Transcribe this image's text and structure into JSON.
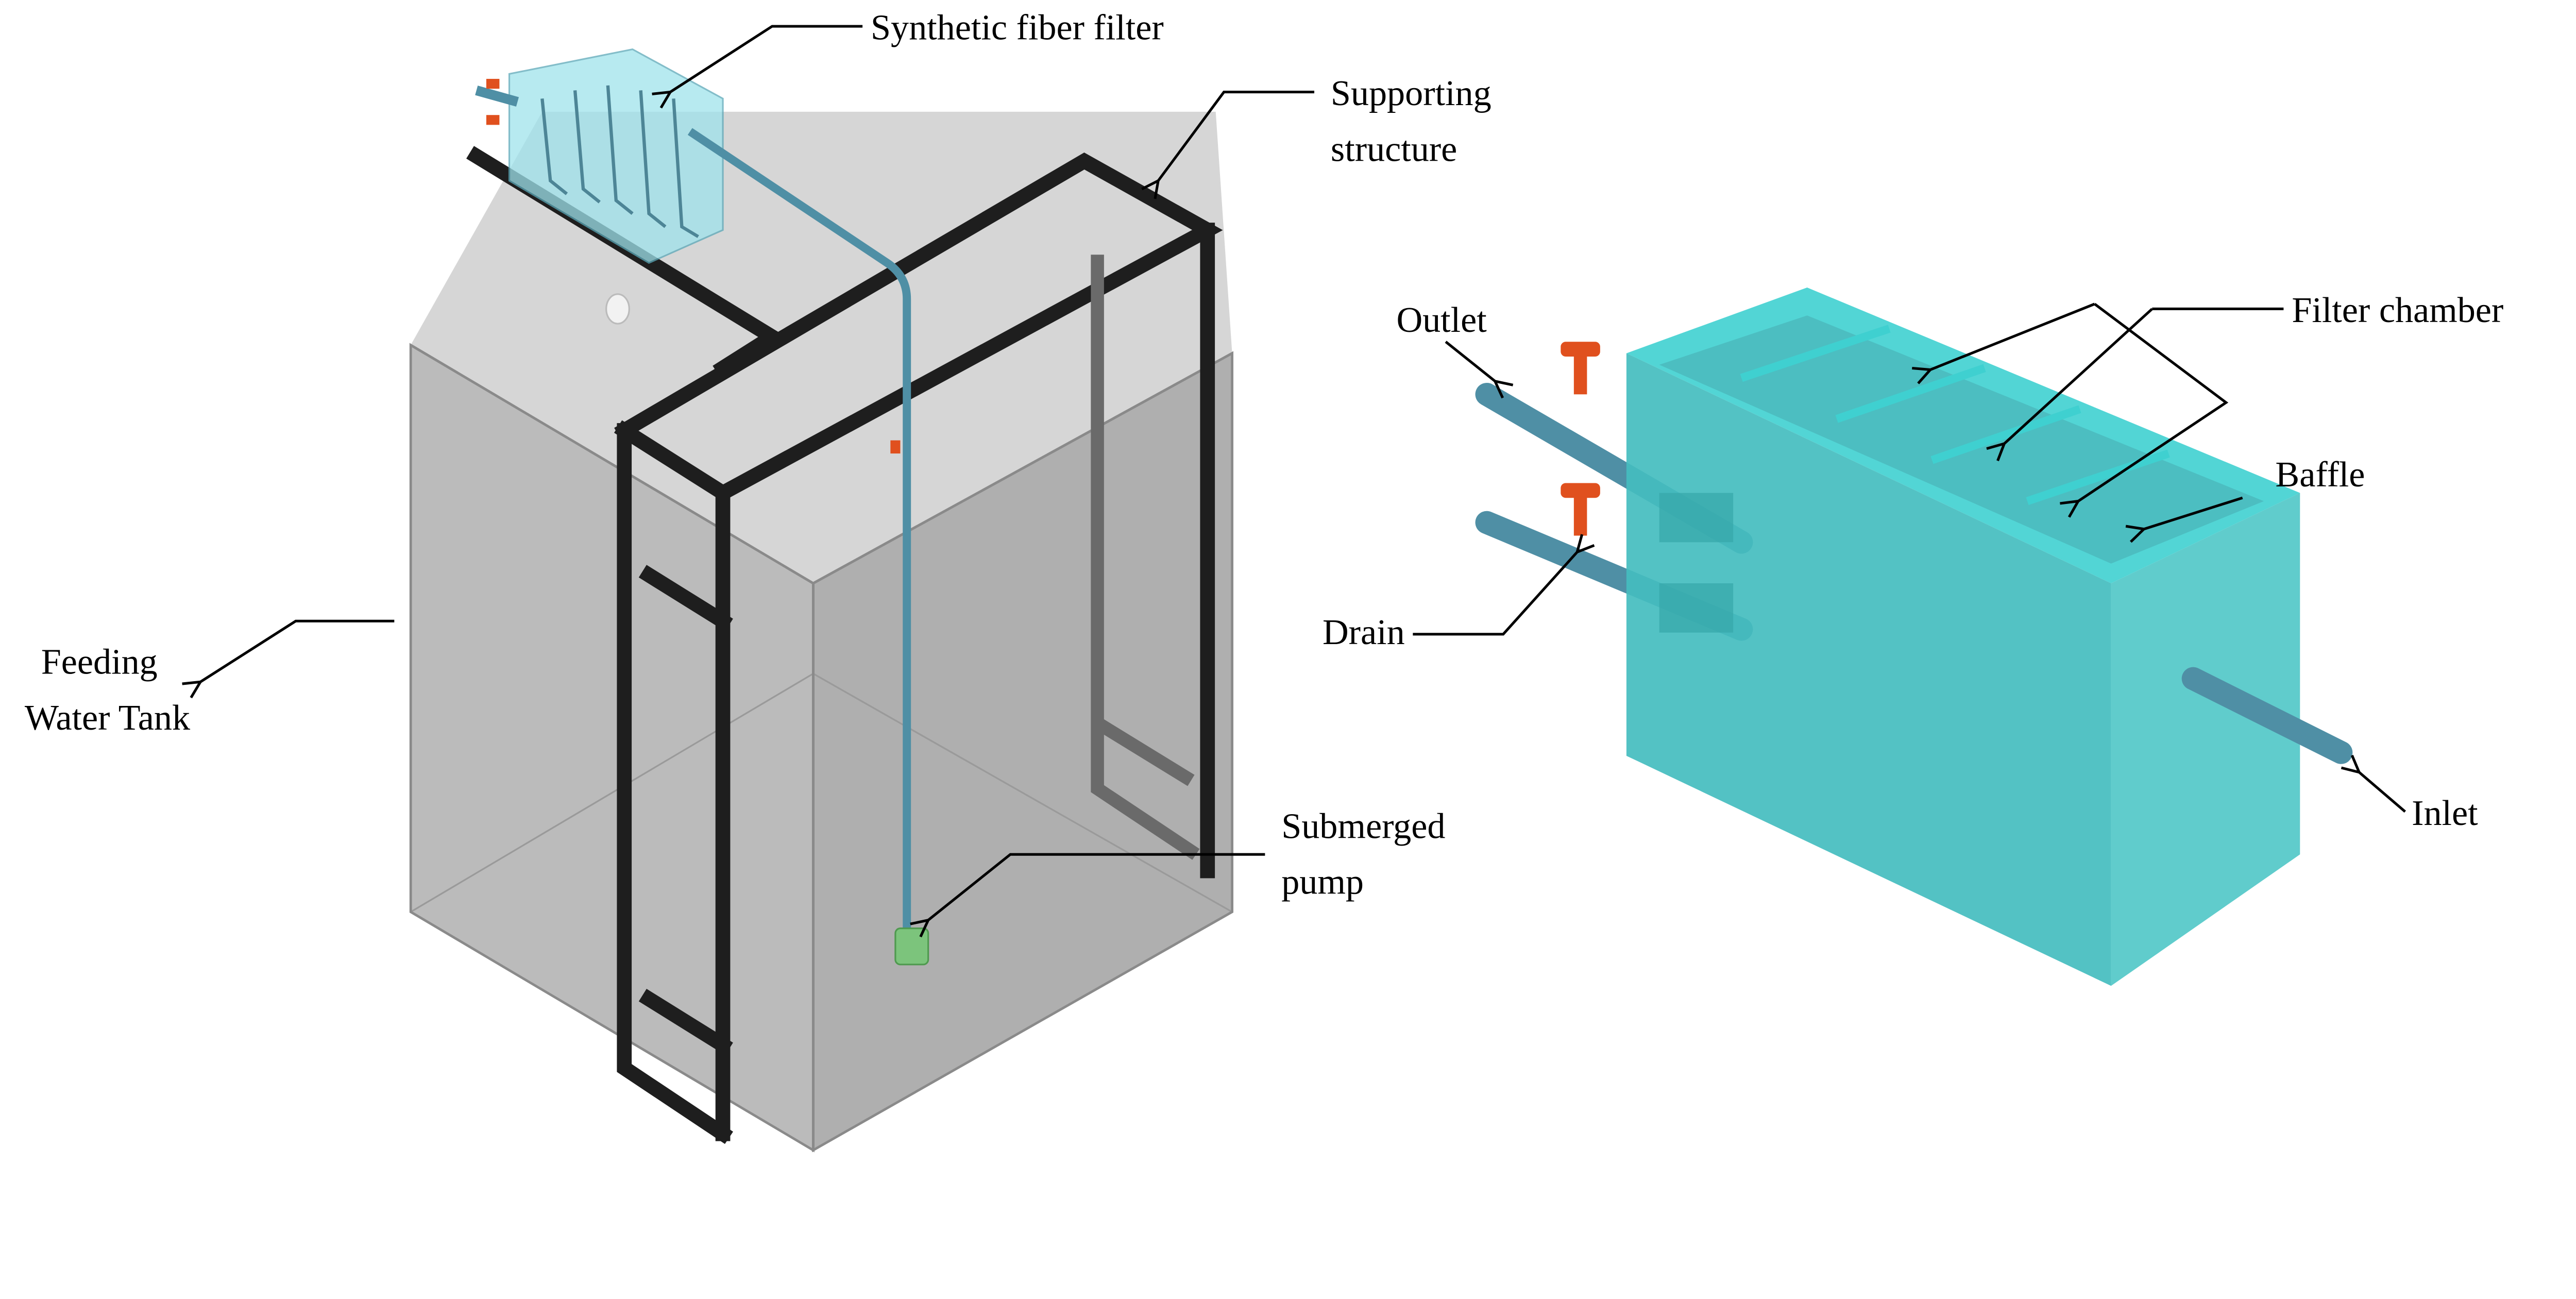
{
  "colors": {
    "tank": "#b8b8b8",
    "frame": "#1e1e1e",
    "filter_box": "#3fd0d0",
    "pipe": "#4f8fa5",
    "valve": "#e0501e",
    "pump": "#7cc47c"
  },
  "left_figure": {
    "labels": {
      "filter": "Synthetic  fiber  filter",
      "support_1": "Supporting",
      "support_2": "structure",
      "tank_1": "Feeding",
      "tank_2": "Water Tank",
      "pump_1": "Submerged",
      "pump_2": "pump"
    }
  },
  "right_figure": {
    "labels": {
      "outlet": "Outlet",
      "drain": "Drain",
      "chamber": "Filter  chamber",
      "baffle": "Baffle",
      "inlet": "Inlet"
    }
  }
}
